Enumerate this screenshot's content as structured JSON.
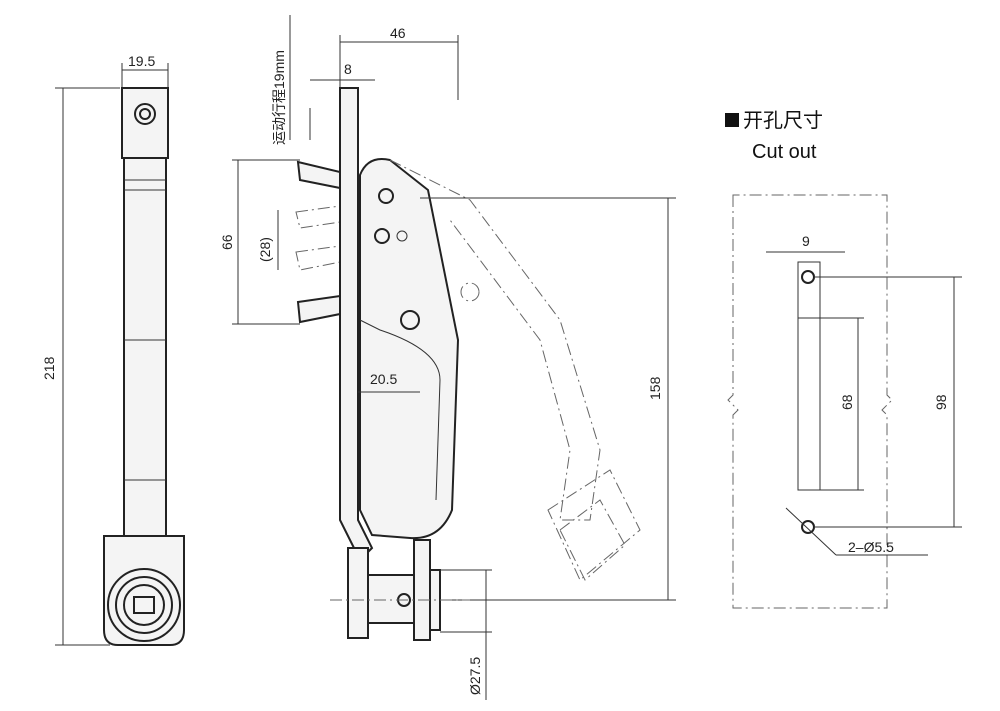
{
  "drawing": {
    "title_cn": "开孔尺寸",
    "title_en": "Cut out",
    "dims": {
      "width_19_5": "19.5",
      "length_218": "218",
      "width_46": "46",
      "offset_8": "8",
      "travel": "运动行程19mm",
      "pitch_66": "66",
      "pitch_28": "(28)",
      "depth_20_5": "20.5",
      "height_158": "158",
      "dia_27_5": "Ø27.5",
      "cut_9": "9",
      "cut_68": "68",
      "cut_98": "98",
      "holes": "2–Ø5.5"
    }
  }
}
